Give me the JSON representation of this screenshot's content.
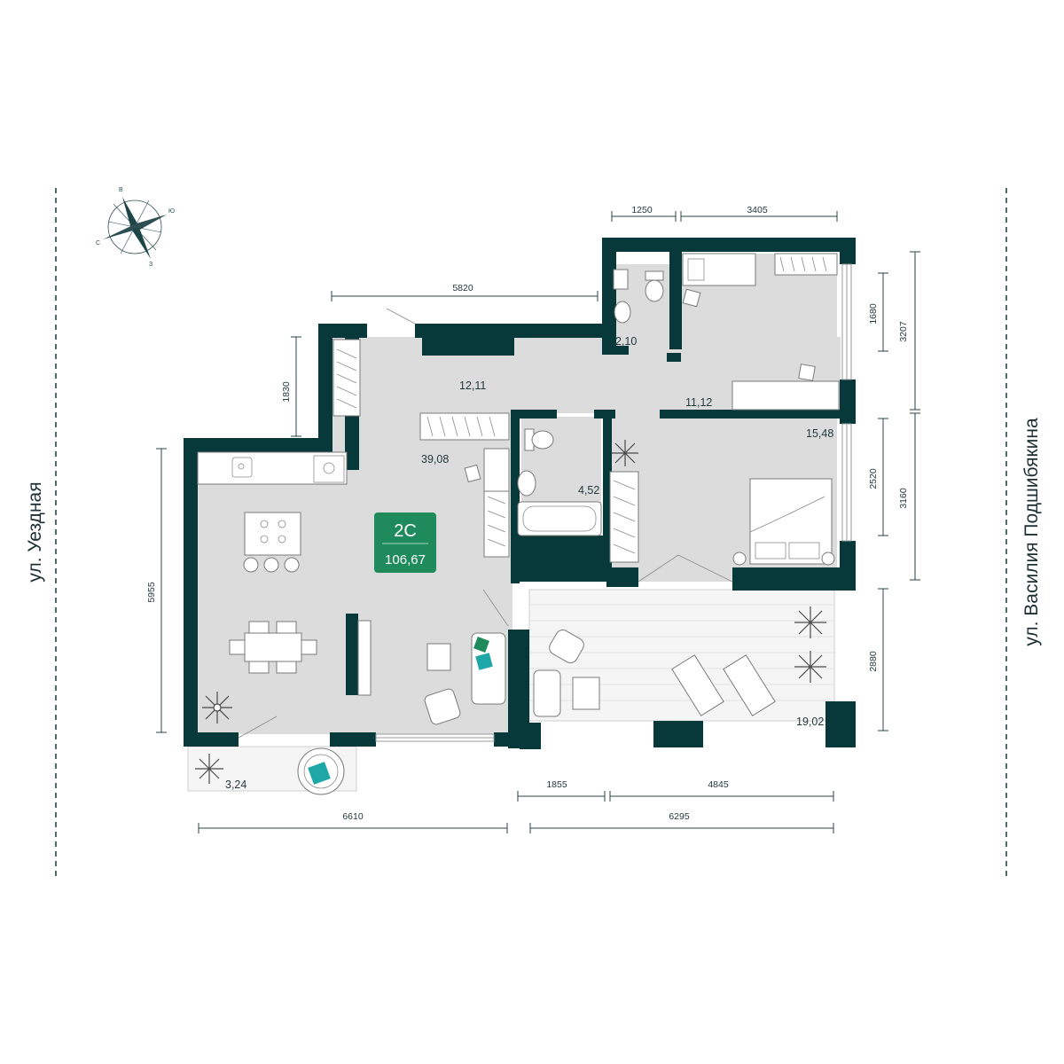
{
  "streets": {
    "left": "ул. Уездная",
    "right": "ул. Василия Подшибякина"
  },
  "compass": {
    "north_label": "В",
    "east_label": "Ю",
    "south_label": "З",
    "west_label": "С"
  },
  "apartment": {
    "type": "2С",
    "total_area": "106,67",
    "badge_color": "#1f8a5b"
  },
  "room_areas": {
    "hall": "12,11",
    "wc_small": "2,10",
    "corridor": "11,12",
    "living_kitchen": "39,08",
    "bathroom": "4,52",
    "bedroom": "15,48",
    "terrace": "19,02",
    "balcony": "3,24"
  },
  "dimensions": {
    "top_1250": "1250",
    "top_3405": "3405",
    "top_5820": "5820",
    "left_1830": "1830",
    "left_5955": "5955",
    "right_1680": "1680",
    "right_3207": "3207",
    "right_2520": "2520",
    "right_3160": "3160",
    "right_2880": "2880",
    "bottom_1855": "1855",
    "bottom_4845": "4845",
    "bottom_6610": "6610",
    "bottom_6295": "6295"
  },
  "colors": {
    "wall": "#08393a",
    "floor": "#dcdcdc",
    "accent_green": "#1f8a5b",
    "accent_teal": "#1fa7a7"
  }
}
